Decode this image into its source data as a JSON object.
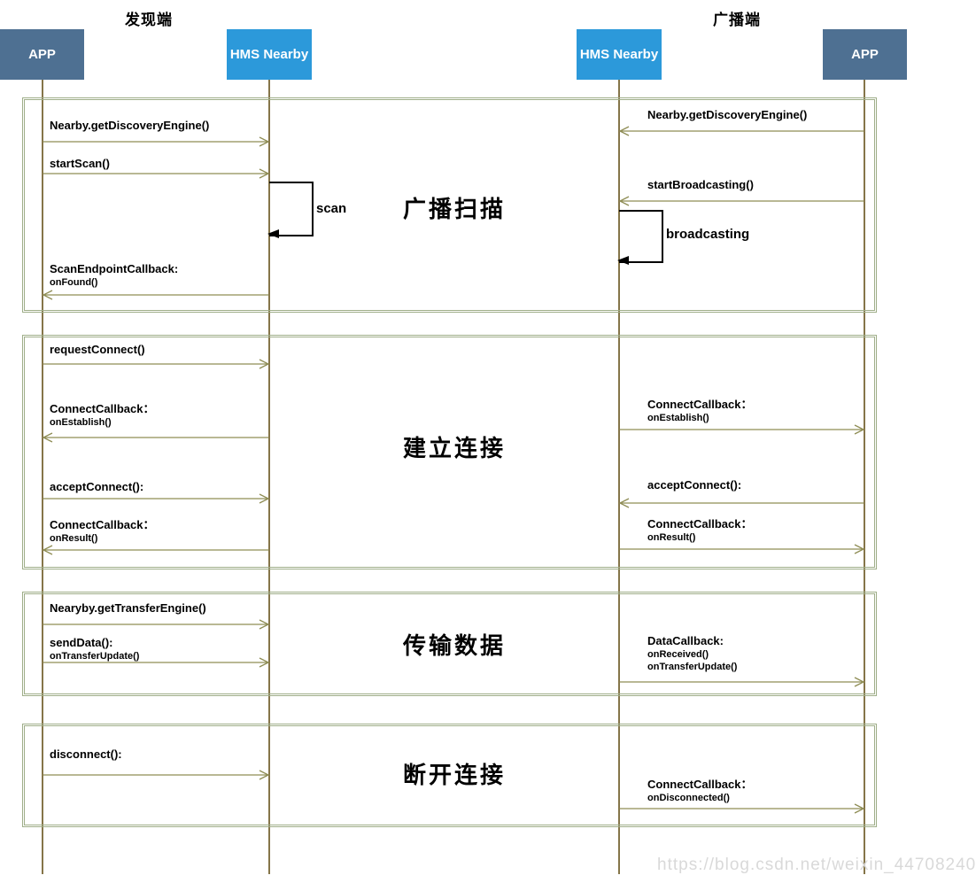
{
  "diagram": {
    "headers": {
      "left": "发现端",
      "right": "广播端"
    },
    "actors": [
      {
        "role": "app-left",
        "label": "APP"
      },
      {
        "role": "hms-left",
        "label": "HMS Nearby"
      },
      {
        "role": "hms-right",
        "label": "HMS Nearby"
      },
      {
        "role": "app-right",
        "label": "APP"
      }
    ],
    "phases": [
      {
        "title": "广播扫描",
        "items": [
          {
            "type": "message",
            "side": "left",
            "direction": "right",
            "lines": [
              "Nearby.getDiscoveryEngine()"
            ]
          },
          {
            "type": "message",
            "side": "left",
            "direction": "right",
            "lines": [
              "startScan()"
            ]
          },
          {
            "type": "loop",
            "side": "left",
            "label": "scan"
          },
          {
            "type": "message",
            "side": "left",
            "direction": "left",
            "lines": [
              "ScanEndpointCallback:",
              "onFound()"
            ]
          },
          {
            "type": "message",
            "side": "right",
            "direction": "left",
            "lines": [
              "Nearby.getDiscoveryEngine()"
            ]
          },
          {
            "type": "message",
            "side": "right",
            "direction": "left",
            "lines": [
              "startBroadcasting()"
            ]
          },
          {
            "type": "loop",
            "side": "right",
            "label": "broadcasting"
          }
        ]
      },
      {
        "title": "建立连接",
        "items": [
          {
            "type": "message",
            "side": "left",
            "direction": "right",
            "lines": [
              "requestConnect()"
            ]
          },
          {
            "type": "message",
            "side": "left",
            "direction": "left",
            "lines": [
              "ConnectCallback：",
              "onEstablish()"
            ]
          },
          {
            "type": "message",
            "side": "left",
            "direction": "right",
            "lines": [
              "acceptConnect():"
            ]
          },
          {
            "type": "message",
            "side": "left",
            "direction": "left",
            "lines": [
              "ConnectCallback：",
              "onResult()"
            ]
          },
          {
            "type": "message",
            "side": "right",
            "direction": "right",
            "lines": [
              "ConnectCallback：",
              "onEstablish()"
            ]
          },
          {
            "type": "message",
            "side": "right",
            "direction": "left",
            "lines": [
              "acceptConnect():"
            ]
          },
          {
            "type": "message",
            "side": "right",
            "direction": "right",
            "lines": [
              "ConnectCallback：",
              "onResult()"
            ]
          }
        ]
      },
      {
        "title": "传输数据",
        "items": [
          {
            "type": "message",
            "side": "left",
            "direction": "right",
            "lines": [
              "Nearyby.getTransferEngine()"
            ]
          },
          {
            "type": "message",
            "side": "left",
            "direction": "right",
            "lines": [
              "sendData():",
              "onTransferUpdate()"
            ]
          },
          {
            "type": "message",
            "side": "right",
            "direction": "right",
            "lines": [
              "DataCallback:",
              "onReceived()",
              "onTransferUpdate()"
            ]
          }
        ]
      },
      {
        "title": "断开连接",
        "items": [
          {
            "type": "message",
            "side": "left",
            "direction": "right",
            "lines": [
              "disconnect():"
            ]
          },
          {
            "type": "message",
            "side": "right",
            "direction": "right",
            "lines": [
              "ConnectCallback：",
              "onDisconnected()"
            ]
          }
        ]
      }
    ],
    "watermark": "https://blog.csdn.net/weixin_44708240",
    "colors": {
      "app_box": "#4E7092",
      "hms_box": "#2C99DA",
      "lifeline": "#857549",
      "frame_border": "#9FAE89",
      "arrow": "#8F8D55",
      "loop": "#000000",
      "watermark": "#D9D9D9"
    }
  }
}
